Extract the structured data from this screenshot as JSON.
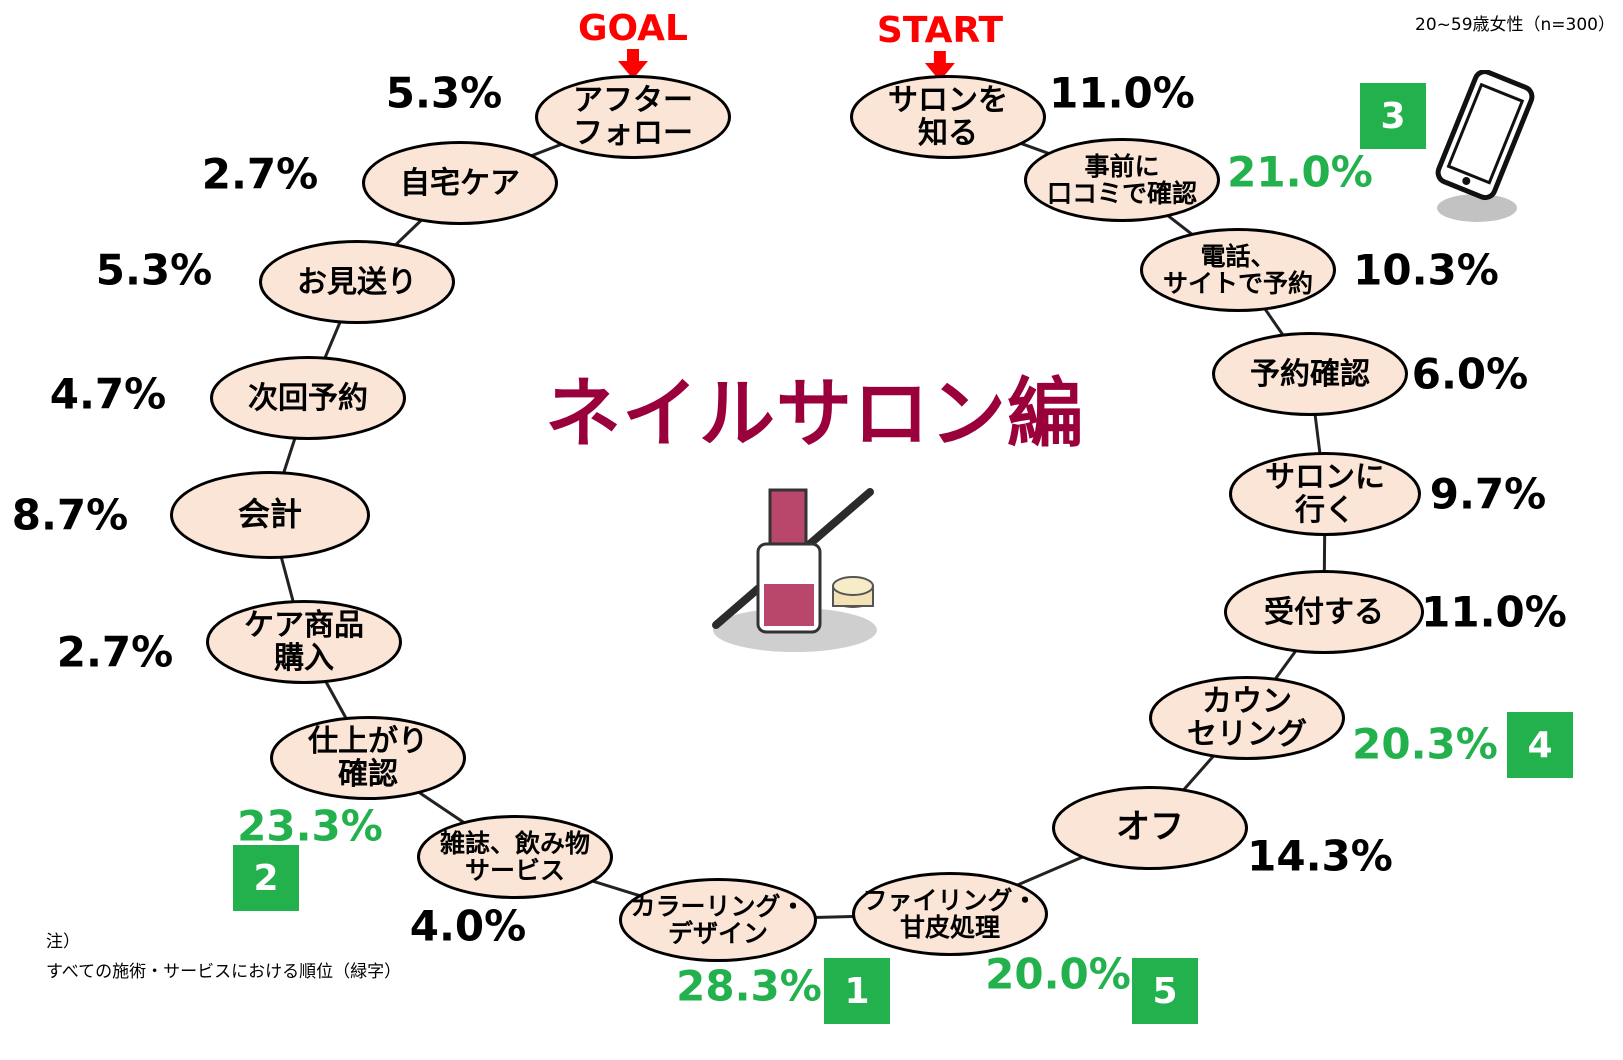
{
  "sample_note": "20~59歳女性（n=300）",
  "title": "ネイルサロン編",
  "start_label": "START",
  "goal_label": "GOAL",
  "footnote": {
    "line1": "注）",
    "line2": "すべての施術・サービスにおける順位（緑字）"
  },
  "colors": {
    "node_fill": "#fbe5d6",
    "highlight_green": "#22b14c",
    "title": "#99003c",
    "marker_red": "#ff0000"
  },
  "icons": [
    "smartphone-icon",
    "nail-polish-icon"
  ],
  "steps": [
    {
      "label": "サロンを\n知る",
      "percent": "11.0%",
      "highlight": false,
      "rank": ""
    },
    {
      "label": "事前に\n口コミで確認",
      "percent": "21.0%",
      "highlight": true,
      "rank": "3"
    },
    {
      "label": "電話、\nサイトで予約",
      "percent": "10.3%",
      "highlight": false,
      "rank": ""
    },
    {
      "label": "予約確認",
      "percent": "6.0%",
      "highlight": false,
      "rank": ""
    },
    {
      "label": "サロンに\n行く",
      "percent": "9.7%",
      "highlight": false,
      "rank": ""
    },
    {
      "label": "受付する",
      "percent": "11.0%",
      "highlight": false,
      "rank": ""
    },
    {
      "label": "カウン\nセリング",
      "percent": "20.3%",
      "highlight": true,
      "rank": "4"
    },
    {
      "label": "オフ",
      "percent": "14.3%",
      "highlight": false,
      "rank": ""
    },
    {
      "label": "ファイリング・\n甘皮処理",
      "percent": "20.0%",
      "highlight": true,
      "rank": "5"
    },
    {
      "label": "カラーリング・\nデザイン",
      "percent": "28.3%",
      "highlight": true,
      "rank": "1"
    },
    {
      "label": "雑誌、飲み物\nサービス",
      "percent": "4.0%",
      "highlight": false,
      "rank": ""
    },
    {
      "label": "仕上がり\n確認",
      "percent": "23.3%",
      "highlight": true,
      "rank": "2"
    },
    {
      "label": "ケア商品\n購入",
      "percent": "2.7%",
      "highlight": false,
      "rank": ""
    },
    {
      "label": "会計",
      "percent": "8.7%",
      "highlight": false,
      "rank": ""
    },
    {
      "label": "次回予約",
      "percent": "4.7%",
      "highlight": false,
      "rank": ""
    },
    {
      "label": "お見送り",
      "percent": "5.3%",
      "highlight": false,
      "rank": ""
    },
    {
      "label": "自宅ケア",
      "percent": "2.7%",
      "highlight": false,
      "rank": ""
    },
    {
      "label": "アフター\nフォロー",
      "percent": "5.3%",
      "highlight": false,
      "rank": ""
    }
  ]
}
